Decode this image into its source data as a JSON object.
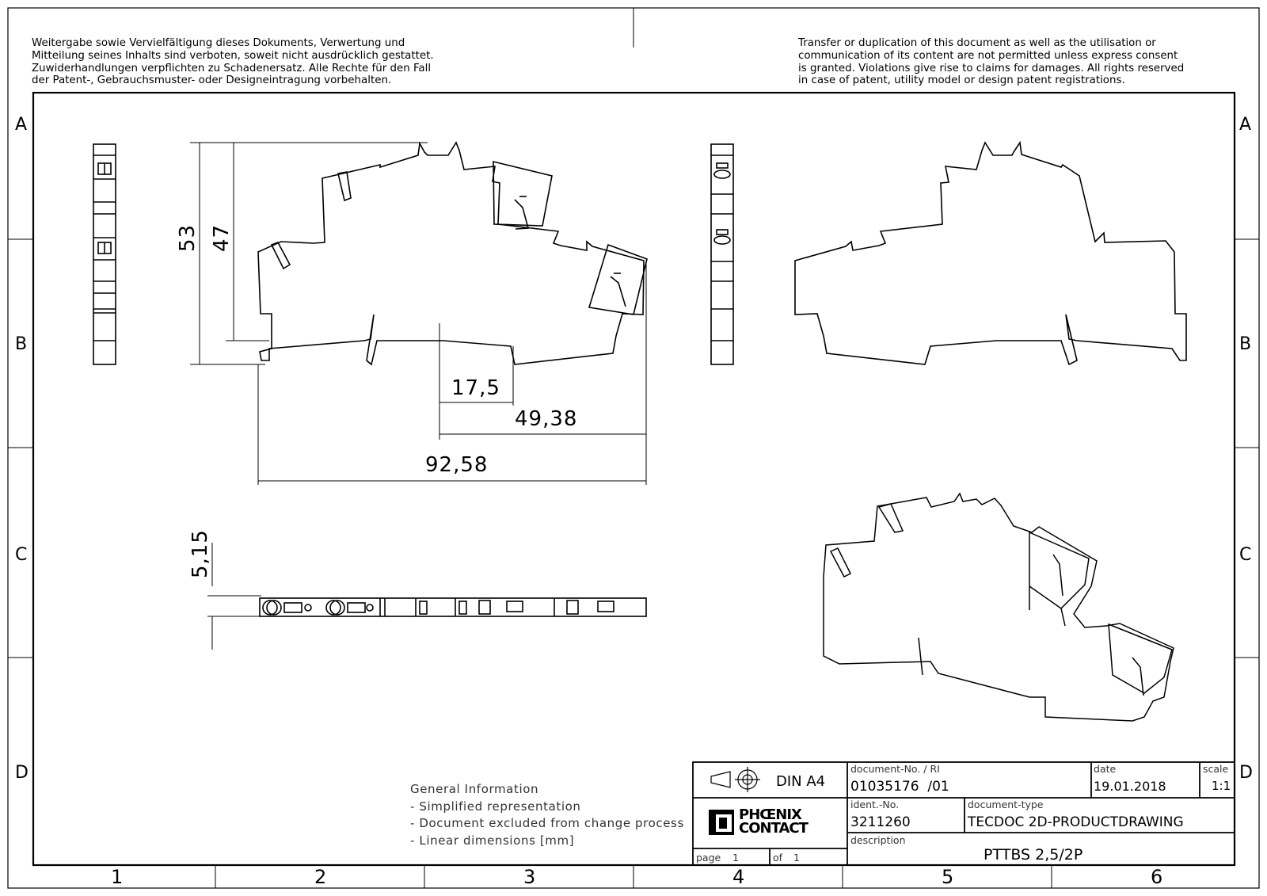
{
  "legal_notice": {
    "de": "Weitergabe sowie Vervielfältigung dieses Dokuments, Verwertung und\nMitteilung seines Inhalts sind verboten, soweit nicht ausdrücklich gestattet.\nZuwiderhandlungen verpflichten zu Schadenersatz. Alle Rechte für den Fall\nder Patent-, Gebrauchsmuster- oder Designeintragung vorbehalten.",
    "en": "Transfer or duplication of this document as well as the utilisation or\ncommunication of its content are not permitted unless express consent\nis granted. Violations give rise to claims for damages. All rights reserved\nin case of patent, utility model or design patent registrations."
  },
  "frame": {
    "rows": [
      "A",
      "B",
      "C",
      "D"
    ],
    "columns": [
      "1",
      "2",
      "3",
      "4",
      "5",
      "6"
    ]
  },
  "dimensions": {
    "height_total": "53",
    "height_rail": "47",
    "offset": "17,5",
    "half_width": "49,38",
    "total_width": "92,58",
    "thickness": "5,15"
  },
  "general_information": {
    "heading": "General Information",
    "items": [
      "- Simplified representation",
      "- Document excluded from change process",
      "- Linear dimensions [mm]"
    ]
  },
  "title_block": {
    "format": "DIN A4",
    "document_no_label": "document-No. / RI",
    "document_no": "01035176  /01",
    "date_label": "date",
    "date": "19.01.2018",
    "scale_label": "scale",
    "scale": "1:1",
    "ident_label": "ident.-No.",
    "ident": "3211260",
    "document_type_label": "document-type",
    "document_type": "TECDOC 2D-PRODUCTDRAWING",
    "description_label": "description",
    "description": "PTTBS 2,5/2P",
    "page_label": "page",
    "page": "1",
    "of_label": "of",
    "of": "1",
    "logo_line1": "PHŒNIX",
    "logo_line2": "CONTACT"
  },
  "colors": {
    "line": "#000000",
    "background": "#ffffff"
  }
}
